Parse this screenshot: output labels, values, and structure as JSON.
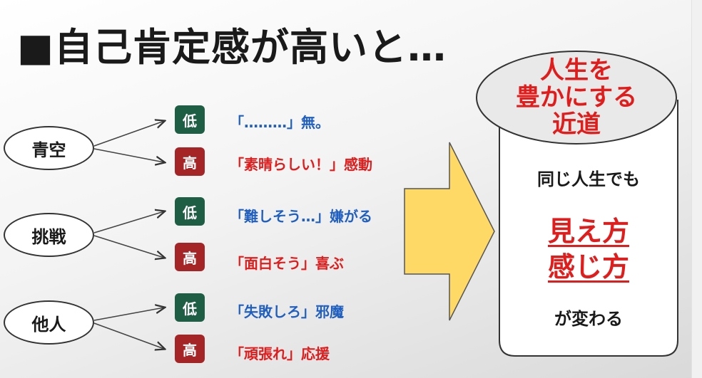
{
  "title": "■自己肯定感が高いと…",
  "categories": [
    {
      "label": "青空",
      "low": {
        "badge": "低",
        "text": "「………」無。"
      },
      "high": {
        "badge": "高",
        "text": "「素晴らしい！」感動"
      }
    },
    {
      "label": "挑戦",
      "low": {
        "badge": "低",
        "text": "「難しそう…」嫌がる"
      },
      "high": {
        "badge": "高",
        "text": "「面白そう」喜ぶ"
      }
    },
    {
      "label": "他人",
      "low": {
        "badge": "低",
        "text": "「失敗しろ」邪魔"
      },
      "high": {
        "badge": "高",
        "text": "「頑張れ」応援"
      }
    }
  ],
  "bucket": {
    "cap_lines": [
      "人生を",
      "豊かにする",
      "近道"
    ],
    "line1": "同じ人生でも",
    "emph1": "見え方",
    "emph2": "感じ方",
    "line_end": "が変わる"
  },
  "colors": {
    "low_badge": "#1e5e45",
    "high_badge": "#a52527",
    "low_text": "#1f5fc1",
    "high_text": "#e21b1b",
    "arrow_fill": "#ffd966"
  }
}
